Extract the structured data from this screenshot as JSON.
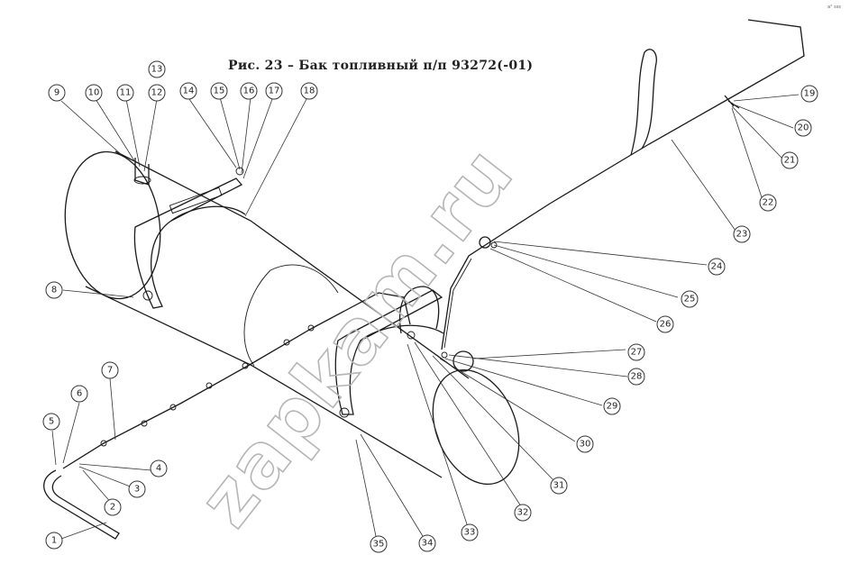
{
  "figure": {
    "title": "Рис. 23 – Бак топливный п/п 93272(-01)",
    "watermark": "zapkam.ru",
    "corner_mark": "a° sss"
  },
  "callouts": [
    {
      "id": "c1",
      "label": "1"
    },
    {
      "id": "c2",
      "label": "2"
    },
    {
      "id": "c3",
      "label": "3"
    },
    {
      "id": "c4",
      "label": "4"
    },
    {
      "id": "c5",
      "label": "5"
    },
    {
      "id": "c6",
      "label": "6"
    },
    {
      "id": "c7",
      "label": "7"
    },
    {
      "id": "c8",
      "label": "8"
    },
    {
      "id": "c9",
      "label": "9"
    },
    {
      "id": "c10",
      "label": "10"
    },
    {
      "id": "c11",
      "label": "11"
    },
    {
      "id": "c12",
      "label": "12"
    },
    {
      "id": "c13",
      "label": "13"
    },
    {
      "id": "c14",
      "label": "14"
    },
    {
      "id": "c15",
      "label": "15"
    },
    {
      "id": "c16",
      "label": "16"
    },
    {
      "id": "c17",
      "label": "17"
    },
    {
      "id": "c18",
      "label": "18"
    },
    {
      "id": "c19",
      "label": "19"
    },
    {
      "id": "c20",
      "label": "20"
    },
    {
      "id": "c21",
      "label": "21"
    },
    {
      "id": "c22",
      "label": "22"
    },
    {
      "id": "c23",
      "label": "23"
    },
    {
      "id": "c24",
      "label": "24"
    },
    {
      "id": "c25",
      "label": "25"
    },
    {
      "id": "c26",
      "label": "26"
    },
    {
      "id": "c27",
      "label": "27"
    },
    {
      "id": "c28",
      "label": "28"
    },
    {
      "id": "c29",
      "label": "29"
    },
    {
      "id": "c30",
      "label": "30"
    },
    {
      "id": "c31",
      "label": "31"
    },
    {
      "id": "c32",
      "label": "32"
    },
    {
      "id": "c33",
      "label": "33"
    },
    {
      "id": "c34",
      "label": "34"
    },
    {
      "id": "c35",
      "label": "35"
    }
  ]
}
